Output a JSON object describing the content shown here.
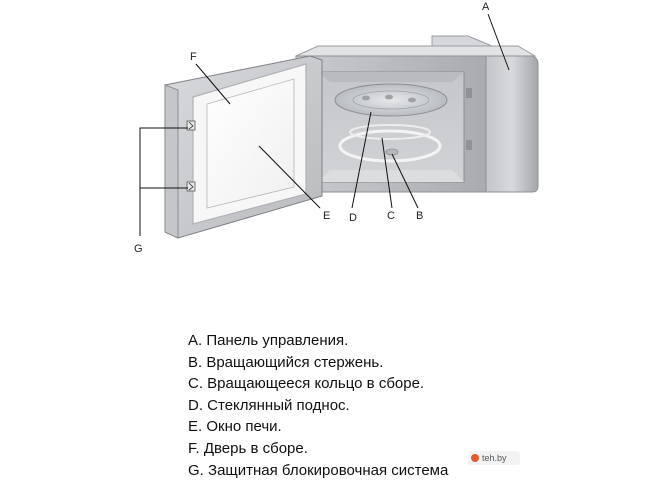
{
  "labels": {
    "a": "A",
    "b": "B",
    "c": "C",
    "d": "D",
    "e": "E",
    "f": "F",
    "g": "G"
  },
  "legend": [
    "A. Панель управления.",
    "B. Вращающийся стержень.",
    "C. Вращающееся кольцо в сборе.",
    "D. Стеклянный поднос.",
    "E. Окно печи.",
    "F. Дверь в сборе.",
    "G. Защитная блокировочная система"
  ],
  "watermark": "teh.by"
}
